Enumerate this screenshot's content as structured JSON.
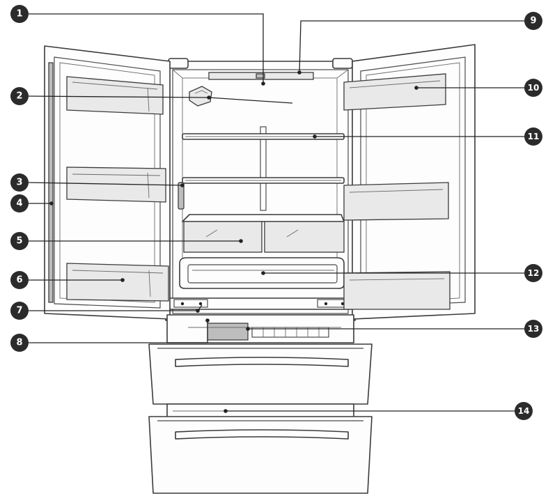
{
  "callouts": [
    {
      "num": "1"
    },
    {
      "num": "2"
    },
    {
      "num": "3"
    },
    {
      "num": "4"
    },
    {
      "num": "5"
    },
    {
      "num": "6"
    },
    {
      "num": "7"
    },
    {
      "num": "8"
    },
    {
      "num": "9"
    },
    {
      "num": "10"
    },
    {
      "num": "11"
    },
    {
      "num": "12"
    },
    {
      "num": "13"
    },
    {
      "num": "14"
    }
  ],
  "colors": {
    "marker": "#2b2b2b",
    "outline": "#3a3a3a",
    "shading": "#e9e9e9"
  }
}
